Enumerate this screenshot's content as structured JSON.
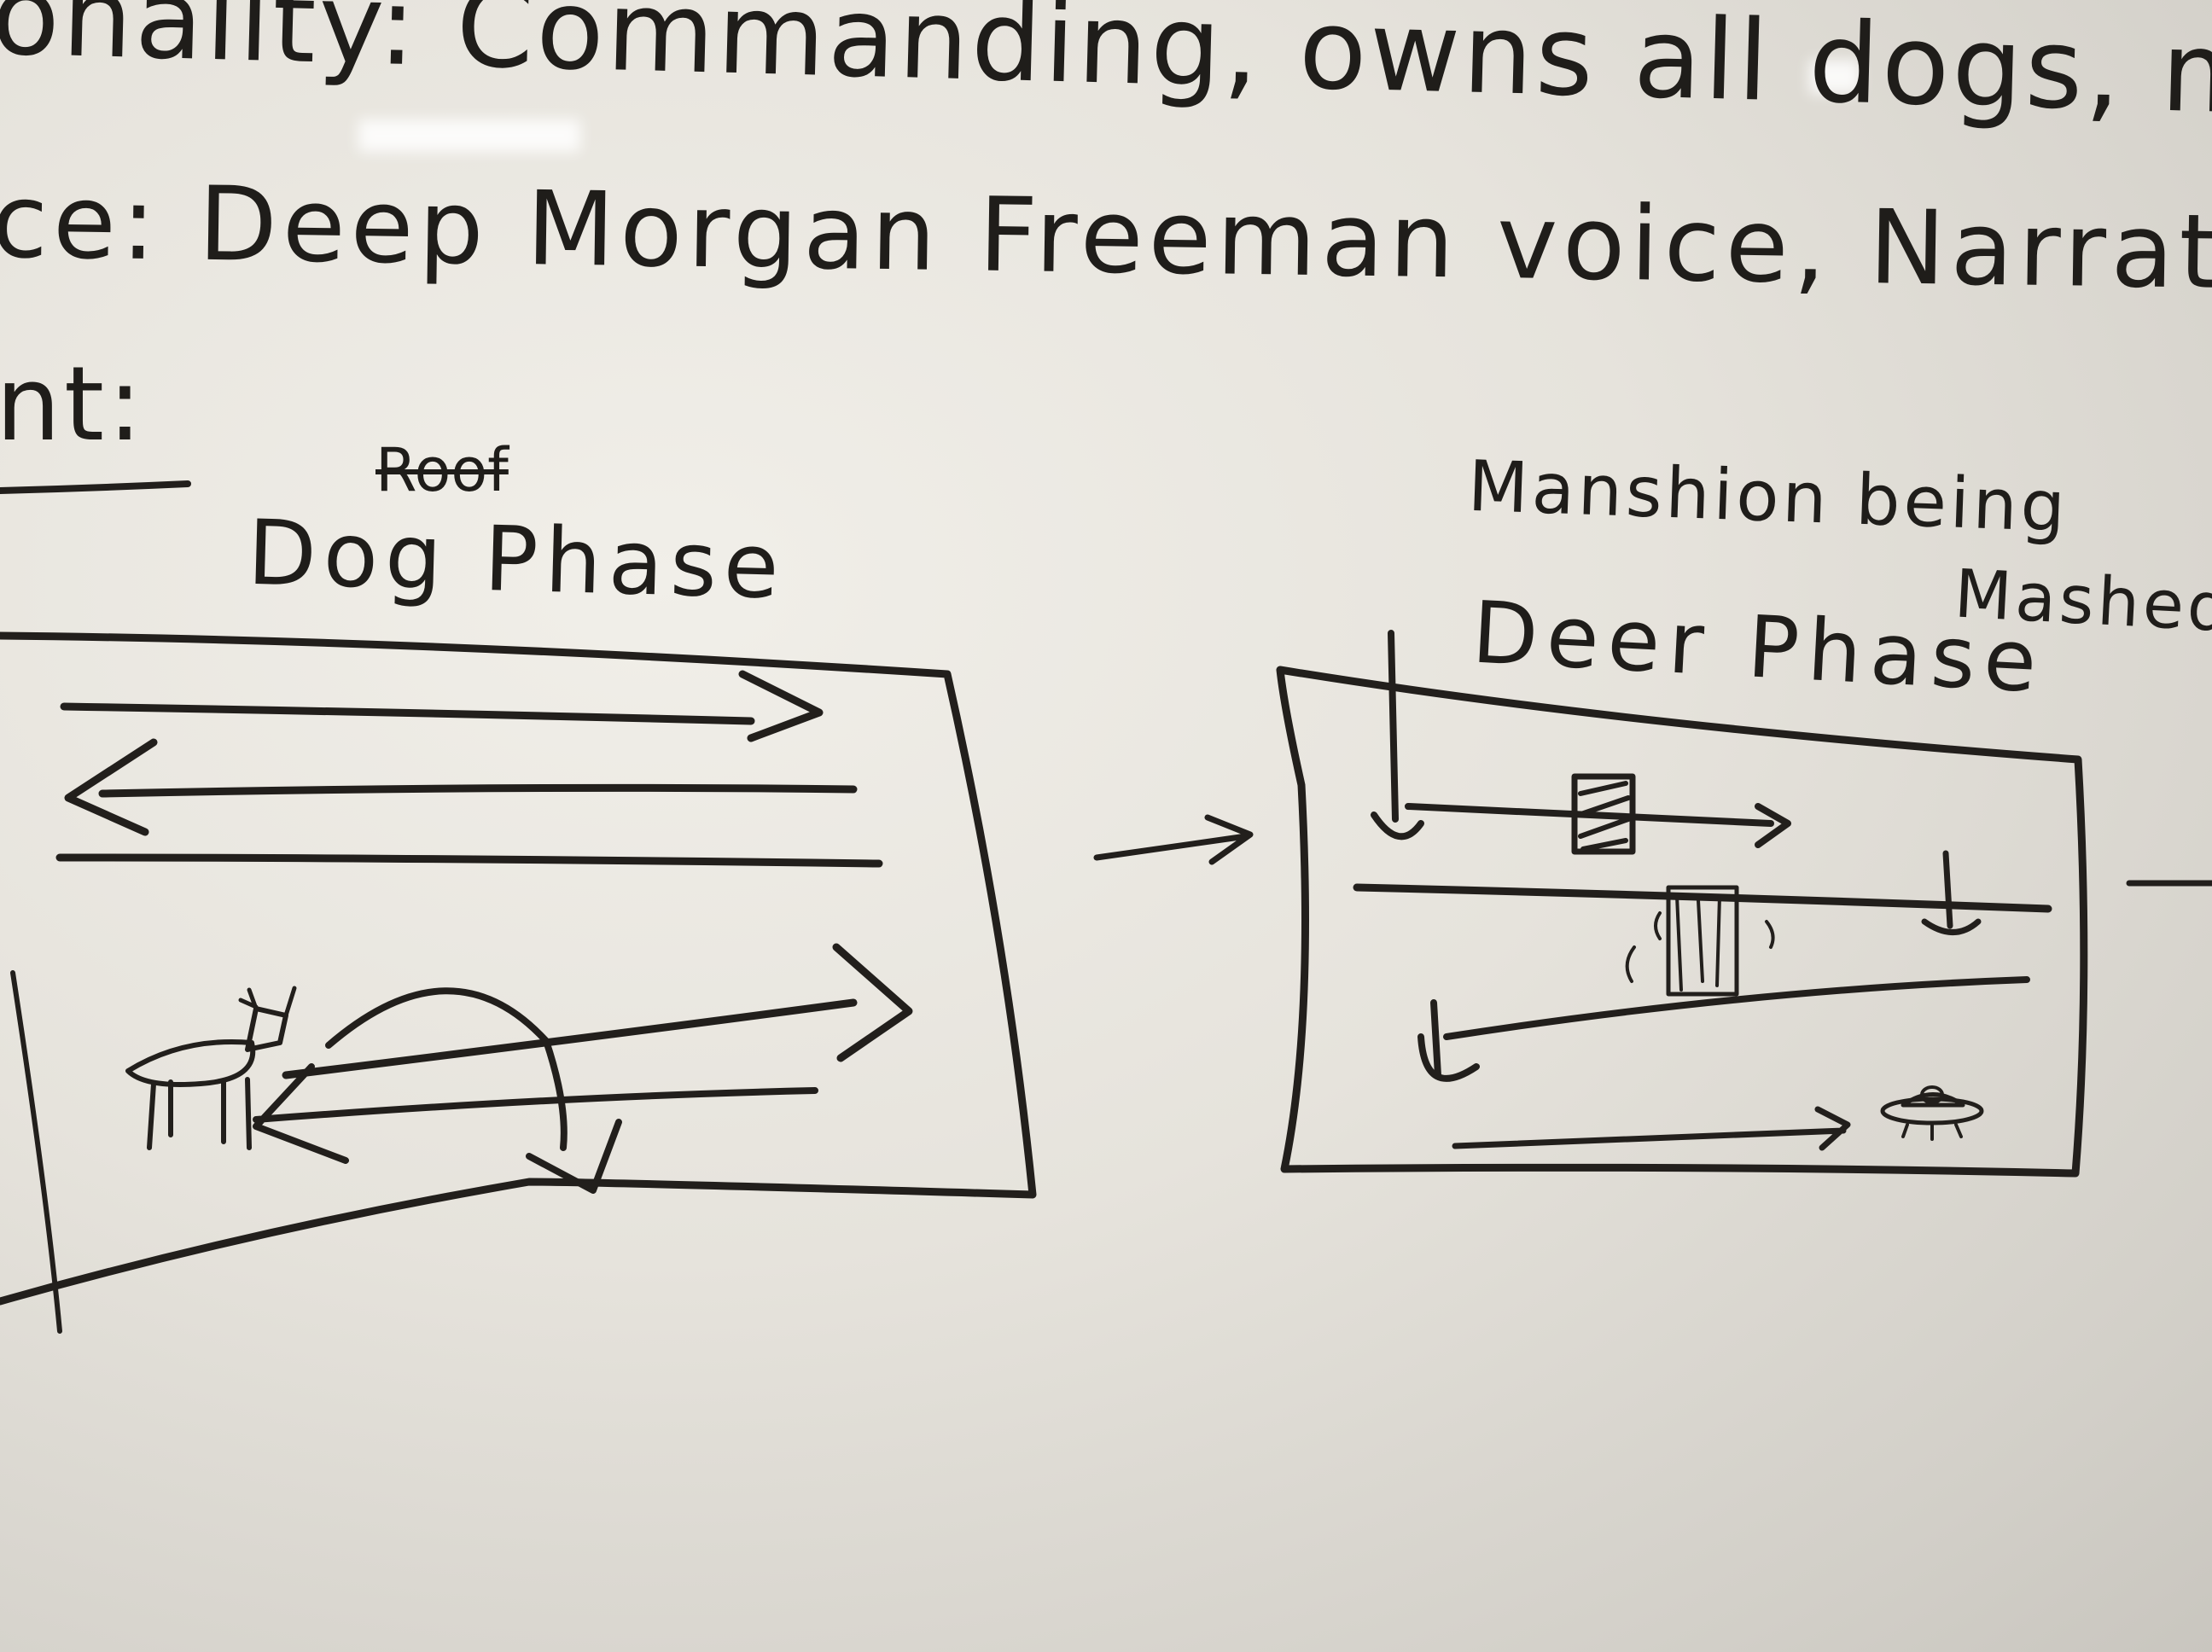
{
  "board_lines": {
    "personality": "onality: Commanding, owns all dogs, manip",
    "voice": "ce: Deep Morgan Freeman voice, Narrative",
    "content": "nt:"
  },
  "left_panel": {
    "crossed_out_label": "Roof",
    "title": "Dog Phase"
  },
  "right_panel": {
    "caption_line1": "Manshion being",
    "caption_line2": "Mashed",
    "title": "Deer Phase"
  },
  "colors": {
    "board": "#ebe8e2",
    "marker": "#221f1c"
  },
  "icons": [
    "deer-sketch",
    "checkmark-sketch",
    "mansion-box-sketch",
    "ufo-sketch"
  ]
}
